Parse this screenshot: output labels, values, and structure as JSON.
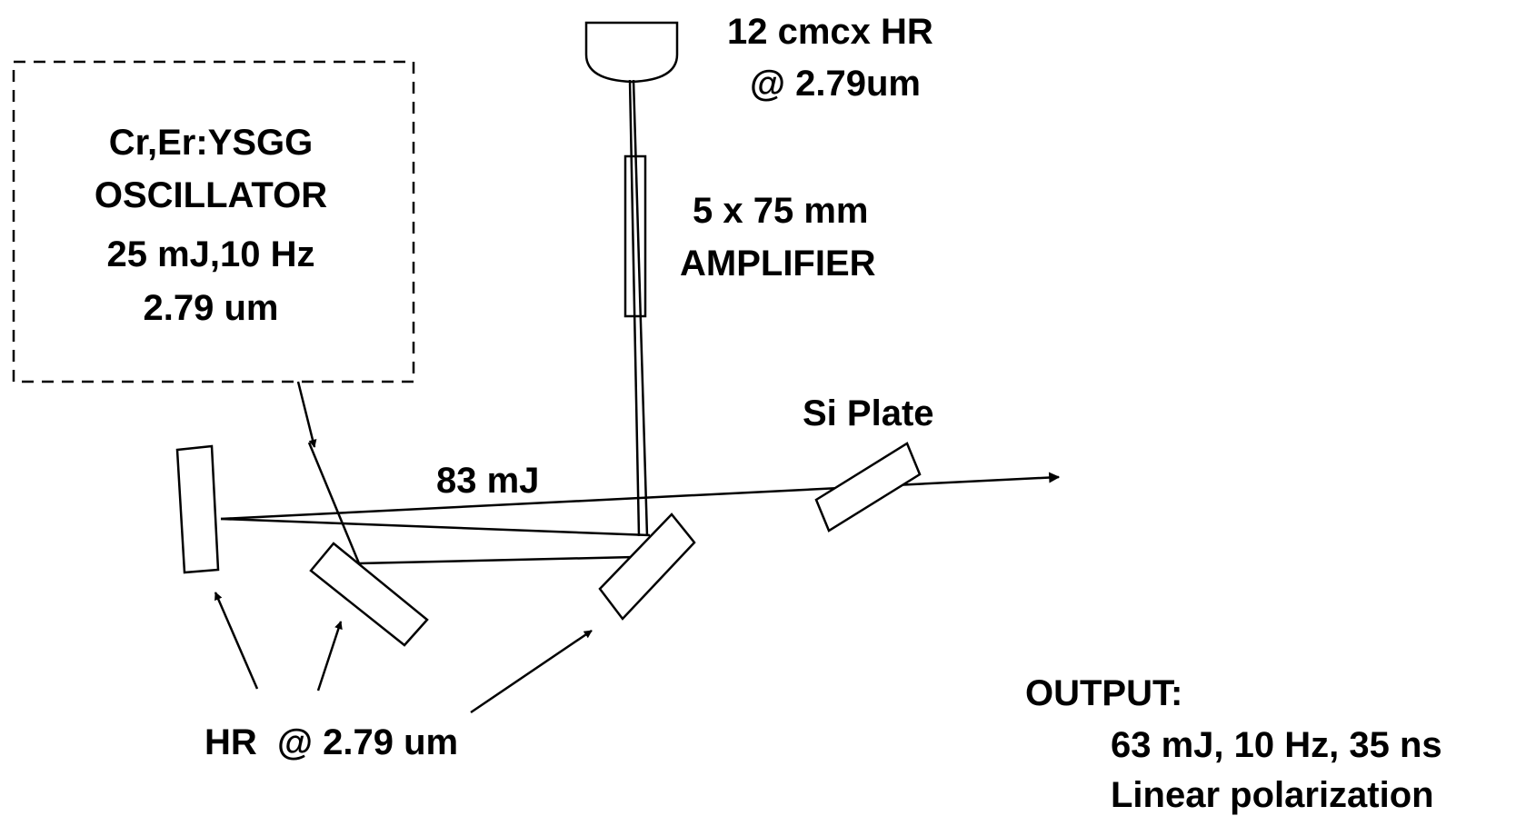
{
  "mirror_label": [
    "12 cmcx HR",
    "@ 2.79um"
  ],
  "oscillator": {
    "lines": [
      "Cr,Er:YSGG",
      "OSCILLATOR",
      "25 mJ,10 Hz",
      "2.79 um"
    ]
  },
  "amplifier_label": [
    "5 x 75 mm",
    "AMPLIFIER"
  ],
  "si_plate_label": "Si Plate",
  "energy_label": "83 mJ",
  "hr_label": "HR  @ 2.79 um",
  "output": {
    "title": "OUTPUT:",
    "lines": [
      "63 mJ, 10 Hz, 35 ns",
      "Linear polarization"
    ]
  }
}
